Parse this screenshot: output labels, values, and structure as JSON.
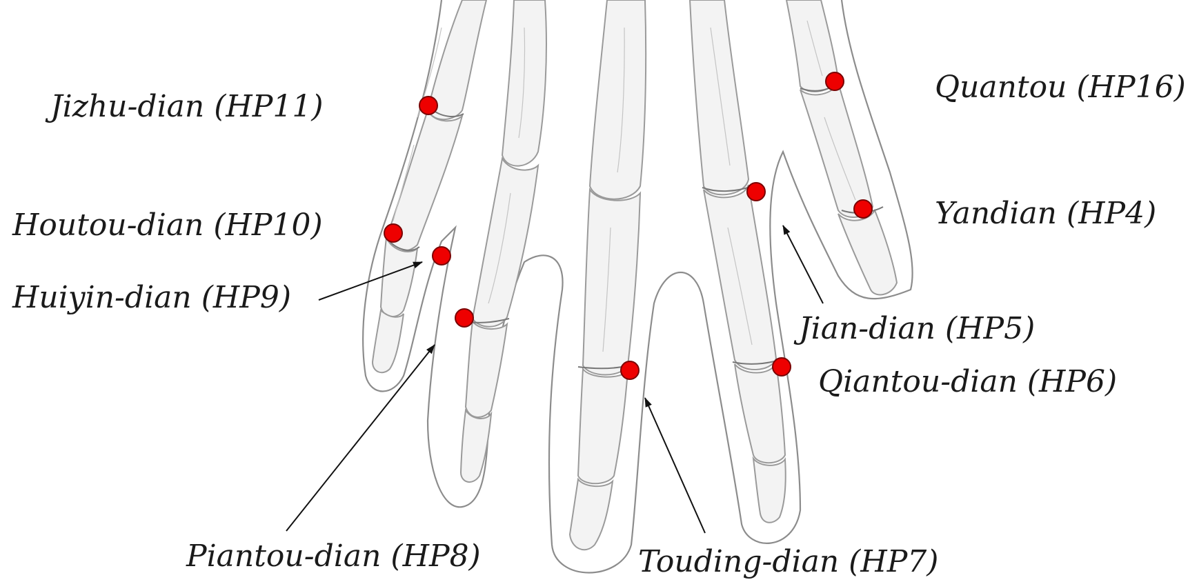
{
  "figure": {
    "marker_color": "#ee0000",
    "labels": {
      "hp11": "Jizhu-dian (HP11)",
      "hp10": "Houtou-dian (HP10)",
      "hp9": "Huiyin-dian (HP9)",
      "hp8": "Piantou-dian (HP8)",
      "hp7": "Touding-dian (HP7)",
      "hp6": "Qiantou-dian (HP6)",
      "hp5": "Jian-dian (HP5)",
      "hp4": "Yandian (HP4)",
      "hp16": "Quantou (HP16)"
    }
  }
}
